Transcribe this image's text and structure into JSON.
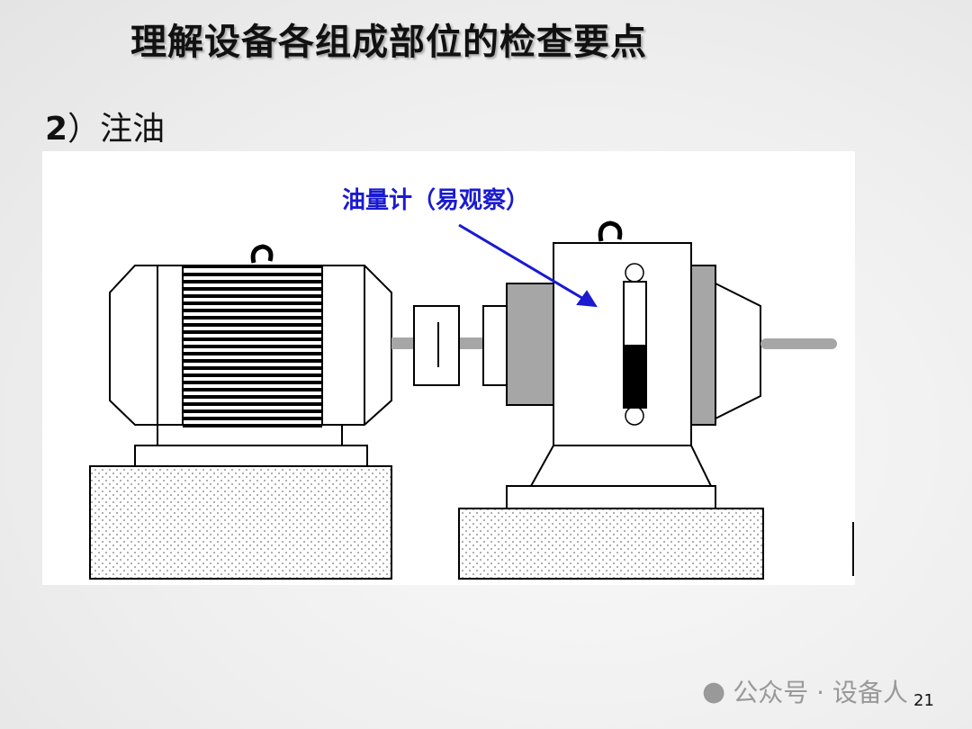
{
  "title": "理解设备各组成部位的检查要点",
  "section": {
    "number": "2",
    "paren": "）",
    "label": "注油"
  },
  "figure": {
    "callout": "油量计（易观察）",
    "oil_level_fraction": 0.5
  },
  "watermark": "公众号 · 设备人",
  "page_number": "21",
  "colors": {
    "callout": "#1a1ad0",
    "gray": "#a6a6a6"
  }
}
